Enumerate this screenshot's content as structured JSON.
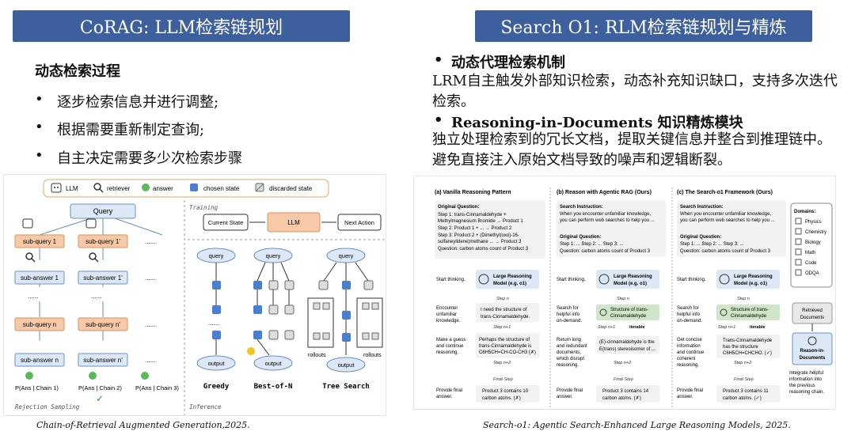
{
  "left": {
    "banner": "CoRAG: LLM检索链规划",
    "heading": "动态检索过程",
    "bullets": [
      "逐步检索信息并进行调整;",
      "根据需要重新制定查询;",
      "自主决定需要多少次检索步骤"
    ],
    "caption": "Chain-of-Retrieval Augmented Generation,2025.",
    "figure": {
      "legend": [
        "LLM",
        "retriever",
        "answer",
        "chosen state",
        "discarded state"
      ],
      "query": "Query",
      "subq": [
        "sub-query 1",
        "sub-query 1'",
        "sub-query n",
        "sub-query n'"
      ],
      "suba": [
        "sub-answer 1",
        "sub-answer 1'",
        "sub-answer n",
        "sub-answer n'"
      ],
      "dots": "......",
      "pans": [
        "P(Ans | Chain 1)",
        "P(Ans | Chain 2)",
        "P(Ans | Chain 3)"
      ],
      "rej": "Rejection Sampling",
      "training": "Training",
      "current": "Current State",
      "llm": "LLM",
      "next": "Next Action",
      "inference": "Inference",
      "qnode": "query",
      "onode": "output",
      "rollouts": "rollouts",
      "methods": [
        "Greedy",
        "Best-of-N",
        "Tree Search"
      ]
    }
  },
  "right": {
    "banner": "Search O1: RLM检索链规划与精炼",
    "b1": "动态代理检索机制",
    "p1": "LRM自主触发外部知识检索，动态补充知识缺口，支持多次迭代检索。",
    "b2": "Reasoning-in-Documents 知识精炼模块",
    "p2": "独立处理检索到的冗长文档，提取关键信息并整合到推理链中。避免直接注入原始文档导致的噪声和逻辑断裂。",
    "caption": "Search-o1: Agentic Search-Enhanced Large Reasoning Models, 2025.",
    "figure": {
      "titles": [
        "(a) Vanilla Reasoning Pattern",
        "(b) Reason with Agentic RAG (Ours)",
        "(c) The Search-o1 Framework (Ours)"
      ],
      "orig_q": "Original Question:",
      "steps": [
        "Step 1: trans-Cinnamaldehyde +",
        "Methylmagnesium Bromide → Product 1",
        "Step 2: Product 1 + ... → Product 2",
        "Step 3: Product 2 + (Dimethyl(oxo)-16-",
        "sulfaneylidene)methane ... → Product 3",
        "Question: carbon atoms count of Product 3"
      ],
      "search_instr": "Search Instruction:",
      "instr_lines": [
        "When you encounter unfamiliar knowledge,",
        "you can perform web searches to help you ..."
      ],
      "short_steps": [
        "Step 1: ... Step 2: ... Step 3: ...",
        "Question: carbon atoms count of Product 3"
      ],
      "start": "Start thinking.",
      "lrm": [
        "Large Reasoning",
        "Model (e.g. o1)"
      ],
      "step_n": "Step n",
      "step_n1": "Step n+1",
      "step_n2": "Step n+2",
      "final": "Final Step",
      "iterable": "iterable",
      "a_labels": [
        "Encounter",
        "unfamiliar",
        "knowledge.",
        "Make a guess",
        "and continue",
        "reasoning.",
        "Provide final",
        "answer."
      ],
      "a_box1": [
        "I need the structure of",
        "trans-Cinnamaldehyde."
      ],
      "a_box2": [
        "Perhaps the structure of",
        "trans-Cinnamaldehyde is",
        "C6H5CH=CH-CO-CH3 (✗)"
      ],
      "a_final": [
        "Product 3 contains 10",
        "carbon atoms. (✗)"
      ],
      "b_labels": [
        "Search for",
        "helpful info",
        "on-demand.",
        "Return long",
        "and redundant",
        "documents,",
        "which disrupt",
        "reasoning."
      ],
      "b_box1": [
        "Structure of trans-",
        "Cinnamaldehyde"
      ],
      "b_box2": [
        "(E)-cinnamaldehyde is the",
        "E(trans) stereoisomer of ..."
      ],
      "b_final": [
        "Product 3 contains 14",
        "carbon atoms. (✗)"
      ],
      "c_labels": [
        "Search for",
        "helpful info",
        "on-demand.",
        "Get concise",
        "information",
        "and continue",
        "coherent",
        "reasoning."
      ],
      "c_box2": [
        "Trans-Cinnamaldehyde",
        "has the structure",
        "C6H5CH=CHCHO. (✓)"
      ],
      "c_final": [
        "Product 3 contains 11",
        "carbon atoms. (✓)"
      ],
      "domains": "Domains:",
      "domain_list": [
        "Physics",
        "Chemistry",
        "Biology",
        "Math",
        "Code",
        "ODQA"
      ],
      "retrieved": [
        "Retrieved",
        "Documents"
      ],
      "rid": [
        "Reason-in-",
        "Documents"
      ],
      "integrate": [
        "Integrate helpful",
        "information into",
        "the previous",
        "reasoning chain."
      ]
    }
  },
  "colors": {
    "banner": "#3e5f9e",
    "chosen": "#4a7fd0",
    "orange": "#f7c9a8",
    "blue_box": "#dde8f6",
    "green": "#cfe6c8"
  }
}
